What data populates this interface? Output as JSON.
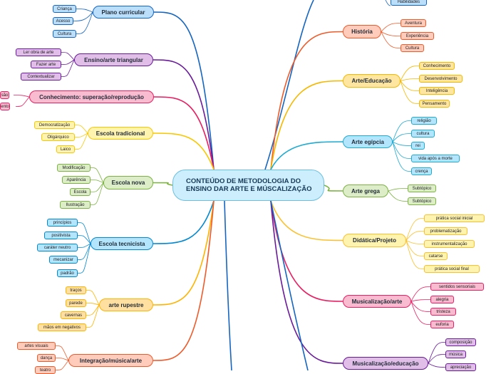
{
  "central_topic": "CONTEÚDO DE METODOLOGIA DO ENSINO DAR ARTE E MÚSCALIZAÇÃO",
  "left_branches": [
    {
      "id": "plano",
      "label": "Plano curricular",
      "color": "#1565c0",
      "fill": "#bbdefb",
      "children": [
        "Criança",
        "Acesso",
        "Cultura"
      ]
    },
    {
      "id": "ensino",
      "label": "Ensino/arte triangular",
      "color": "#6a1b9a",
      "fill": "#e1bee7",
      "children": [
        "Ler obra de arte",
        "Fazer arte",
        "Contextualizar"
      ]
    },
    {
      "id": "conhec",
      "label": "Conhecimento: superação/reprodução",
      "color": "#e91e63",
      "fill": "#f8bbd0",
      "children": [
        "são",
        "ento"
      ]
    },
    {
      "id": "tradicional",
      "label": "Escola tradicional",
      "color": "#f9c700",
      "fill": "#fff3b0",
      "children": [
        "Democratização",
        "Oligárquico",
        "Laico"
      ]
    },
    {
      "id": "nova",
      "label": "Escola nova",
      "color": "#7cb342",
      "fill": "#dcedc8",
      "children": [
        "Modificação",
        "Aparência",
        "Escola",
        "Ilustração"
      ]
    },
    {
      "id": "tecnicista",
      "label": "Escola tecnicista",
      "color": "#0288d1",
      "fill": "#b3e5fc",
      "children": [
        "princípios",
        "positivista",
        "caráter neutro",
        "mecanizar",
        "padrão"
      ]
    },
    {
      "id": "rupestre",
      "label": "arte rupestre",
      "color": "#ffb300",
      "fill": "#ffe0a0",
      "children": [
        "traços",
        "parede",
        "cavernas",
        "mãos em negativos"
      ]
    },
    {
      "id": "integracao",
      "label": "Integração/música/arte",
      "color": "#ef5a2a",
      "fill": "#ffccbc",
      "children": [
        "artes visuais",
        "dança",
        "teatro"
      ]
    }
  ],
  "right_branches": [
    {
      "id": "top",
      "label": "",
      "color": "#1565c0",
      "fill": "#bbdefb",
      "children": [
        "Habilidades"
      ]
    },
    {
      "id": "historia",
      "label": "História",
      "color": "#ef5a2a",
      "fill": "#ffccbc",
      "children": [
        "Aventura",
        "Experiência",
        "Cultura"
      ]
    },
    {
      "id": "arteedu",
      "label": "Arte/Educação",
      "color": "#f5b800",
      "fill": "#ffe6a0",
      "children": [
        "Conhecimento",
        "Desenvolvimento",
        "Inteligência",
        "Pensamento"
      ]
    },
    {
      "id": "egipcia",
      "label": "Arte egípcia",
      "color": "#1eaad1",
      "fill": "#b3e5fc",
      "children": [
        "religião",
        "cultura",
        "rei",
        "vida após a morte",
        "crença"
      ]
    },
    {
      "id": "grega",
      "label": "Arte grega",
      "color": "#7cb342",
      "fill": "#dcedc8",
      "children": [
        "Subtópico",
        "Subtópico"
      ]
    },
    {
      "id": "didatica",
      "label": "Didática/Projeto",
      "color": "#fbc02d",
      "fill": "#fff3b0",
      "children": [
        "prática social inicial",
        "problematização",
        "instrumentalização",
        "catarse",
        "prática social final"
      ]
    },
    {
      "id": "music1",
      "label": "Musicalização/arte",
      "color": "#e91e63",
      "fill": "#f8bbd0",
      "children": [
        "sentidos sensoriais",
        "alegria",
        "tristeza",
        "euforia"
      ]
    },
    {
      "id": "music2",
      "label": "Musicalização/educação",
      "color": "#6a1b9a",
      "fill": "#e1bee7",
      "children": [
        "composição",
        "música",
        "apreciação"
      ]
    }
  ]
}
